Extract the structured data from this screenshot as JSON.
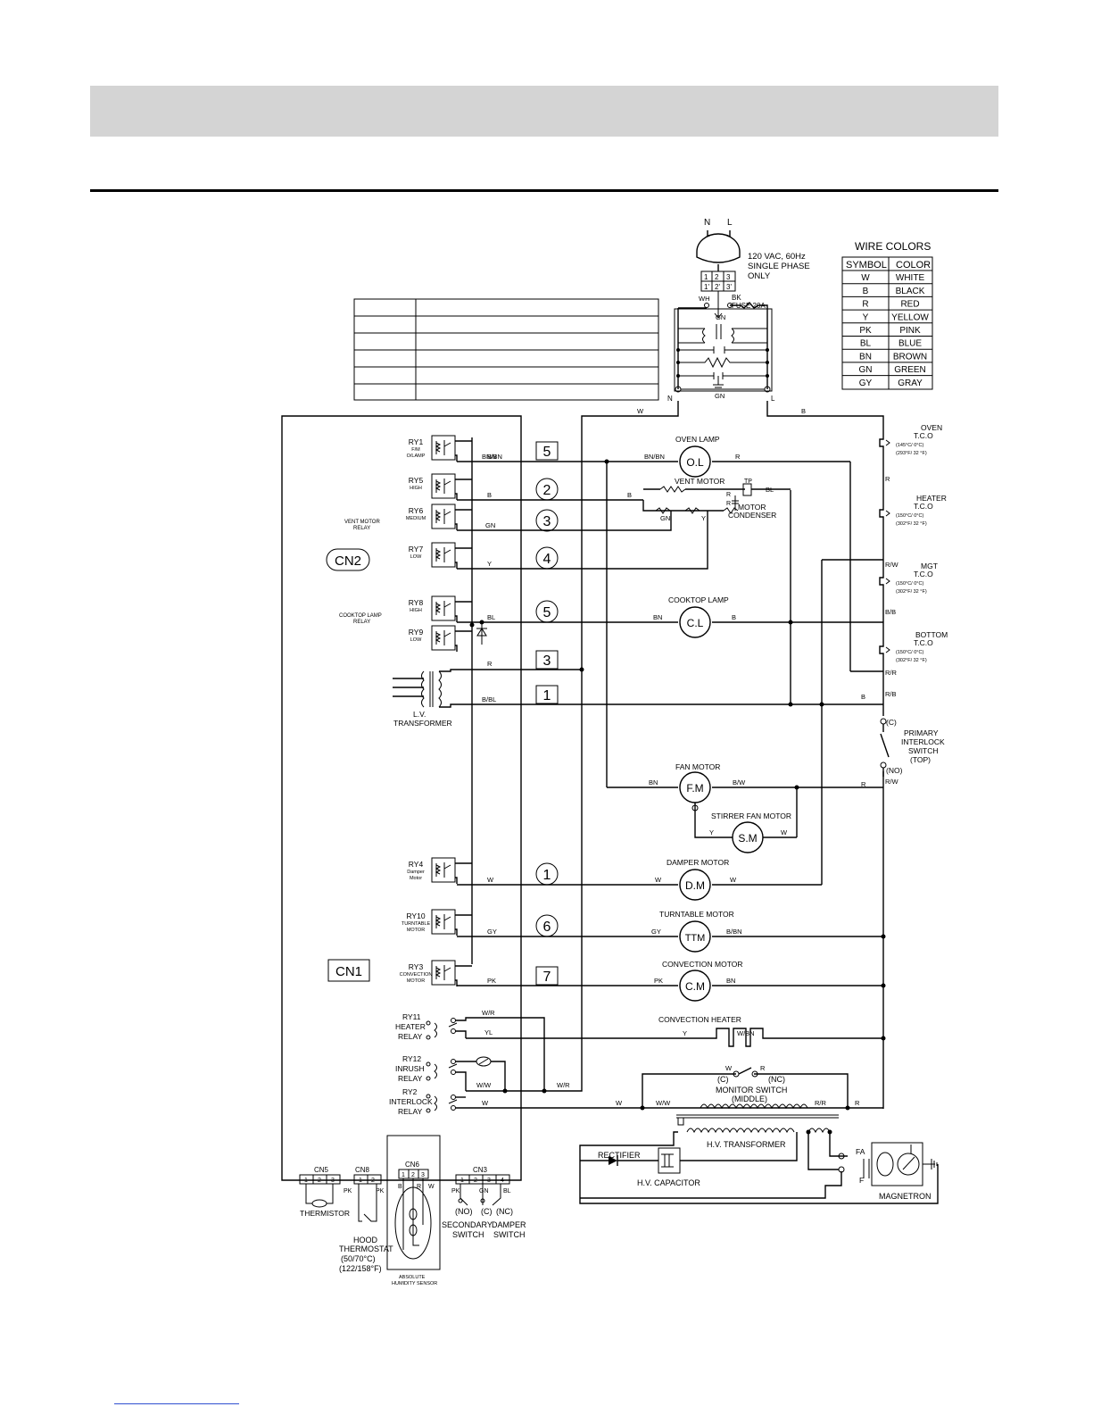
{
  "power": {
    "n": "N",
    "l": "L",
    "spec": [
      "120 VAC, 60Hz",
      "SINGLE PHASE",
      "ONLY"
    ],
    "pins_top": [
      "1",
      "2",
      "3"
    ],
    "pins_bot": [
      "1'",
      "2'",
      "3'"
    ],
    "wh": "WH",
    "bk": "BK",
    "fuse": "FUSE 20A",
    "gn": "GN",
    "n_term": "N",
    "l_term": "L"
  },
  "wire_colors": {
    "title": "WIRE COLORS",
    "headers": [
      "SYMBOL",
      "COLOR"
    ],
    "rows": [
      [
        "W",
        "WHITE"
      ],
      [
        "B",
        "BLACK"
      ],
      [
        "R",
        "RED"
      ],
      [
        "Y",
        "YELLOW"
      ],
      [
        "PK",
        "PINK"
      ],
      [
        "BL",
        "BLUE"
      ],
      [
        "BN",
        "BROWN"
      ],
      [
        "GN",
        "GREEN"
      ],
      [
        "GY",
        "GRAY"
      ]
    ]
  },
  "board": {
    "cn2": "CN2",
    "cn1": "CN1",
    "vent_relay": [
      "VENT MOTOR",
      "RELAY"
    ],
    "cooktop_relay": [
      "COOKTOP LAMP",
      "RELAY"
    ],
    "transformer": [
      "L.V.",
      "TRANSFORMER"
    ],
    "relays": [
      {
        "id": "RY1",
        "sub": [
          "F/M",
          "O/LAMP"
        ],
        "wire": "BN",
        "pin": "5",
        "pin_style": "box"
      },
      {
        "id": "RY5",
        "sub": [
          "HIGH"
        ],
        "wire": "B",
        "pin": "2",
        "pin_style": "circle"
      },
      {
        "id": "RY6",
        "sub": [
          "MEDIUM"
        ],
        "wire": "GN",
        "pin": "3",
        "pin_style": "circle"
      },
      {
        "id": "RY7",
        "sub": [
          "LOW"
        ],
        "wire": "Y",
        "pin": "4",
        "pin_style": "circle"
      },
      {
        "id": "RY8",
        "sub": [
          "HIGH"
        ],
        "wire": "",
        "pin": "",
        "pin_style": ""
      },
      {
        "id": "RY9",
        "sub": [
          "LOW"
        ],
        "wire": "BL",
        "pin": "5",
        "pin_style": "circle"
      },
      {
        "id": "RY4",
        "sub": [
          "Damper",
          "Motor"
        ],
        "wire": "W",
        "pin": "1",
        "pin_style": "circle"
      },
      {
        "id": "RY10",
        "sub": [
          "TURNTABLE",
          "MOTOR"
        ],
        "wire": "GY",
        "pin": "6",
        "pin_style": "circle"
      },
      {
        "id": "RY3",
        "sub": [
          "CONVECTION",
          "MOTOR"
        ],
        "wire": "PK",
        "pin": "7",
        "pin_style": "box"
      }
    ],
    "trans_wires": [
      {
        "wire": "R",
        "pin": "3"
      },
      {
        "wire": "B/BL",
        "pin": "1"
      }
    ],
    "ry11": [
      "RY11",
      "HEATER",
      "RELAY"
    ],
    "ry12": [
      "RY12",
      "INRUSH",
      "RELAY"
    ],
    "ry2": [
      "RY2",
      "INTERLOCK",
      "RELAY"
    ],
    "ry_wires": {
      "w_r": "W/R",
      "yl": "YL",
      "w_w": "W/W",
      "w": "W",
      "w_r2": "W/R"
    }
  },
  "loads": {
    "oven_lamp": {
      "title": "OVEN LAMP",
      "sym": "O.L",
      "left": "BN/BN",
      "right": "R"
    },
    "vent_motor": {
      "title": "VENT MOTOR",
      "b1": "B",
      "gn": "GN",
      "y": "Y",
      "r1": "R",
      "r2": "R",
      "tp": "TP",
      "bl": "BL",
      "cond": [
        "MOTOR",
        "CONDENSER"
      ]
    },
    "cooktop_lamp": {
      "title": "COOKTOP LAMP",
      "sym": "C.L",
      "left": "BN",
      "right": "B"
    },
    "fan_motor": {
      "title": "FAN MOTOR",
      "sym": "F.M",
      "left": "BN",
      "right": "B/W"
    },
    "stirrer": {
      "title": "STIRRER FAN MOTOR",
      "sym": "S.M",
      "left": "Y",
      "right": "W"
    },
    "damper": {
      "title": "DAMPER MOTOR",
      "sym": "D.M",
      "left": "W",
      "right": "W"
    },
    "turntable": {
      "title": "TURNTABLE MOTOR",
      "sym": "TTM",
      "left": "GY",
      "right": "B/BN"
    },
    "convection_motor": {
      "title": "CONVECTION MOTOR",
      "sym": "C.M",
      "left": "PK",
      "right": "BN"
    },
    "convection_heater": {
      "title": "CONVECTION HEATER",
      "left": "Y",
      "right": "W/BN"
    }
  },
  "right_chain": {
    "w_top": "W",
    "b_top": "B",
    "oven_tco": [
      "OVEN",
      "T.C.O",
      "(145°C/ 0°C)",
      "(293°F/ 32 °F)"
    ],
    "heater_tco": [
      "HEATER",
      "T.C.O",
      "(150°C/ 0°C)",
      "(302°F/ 32 °F)"
    ],
    "mgt_tco": [
      "MGT",
      "T.C.O",
      "(150°C/ 0°C)",
      "(302°F/ 32 °F)"
    ],
    "bottom_tco": [
      "BOTTOM",
      "T.C.O",
      "(150°C/ 0°C)",
      "(302°F/ 32 °F)"
    ],
    "primary": [
      "PRIMARY",
      "INTERLOCK",
      "SWITCH",
      "(TOP)"
    ],
    "c": "(C)",
    "no": "(NO)",
    "wires": {
      "r1": "R",
      "rw": "R/W",
      "bb": "B/B",
      "rr": "R/R",
      "rb": "R/B",
      "b": "B",
      "rw2": "R/W",
      "r2": "R"
    }
  },
  "hv": {
    "monitor": [
      "MONITOR SWITCH",
      "(MIDDLE)"
    ],
    "mon_c": "(C)",
    "mon_nc": "(NC)",
    "mon_w": "W",
    "mon_r": "R",
    "transformer": "H.V. TRANSFORMER",
    "rectifier": "RECTIFIER",
    "capacitor": "H.V. CAPACITOR",
    "magnetron": "MAGNETRON",
    "fa": "FA",
    "f": "F",
    "wires": {
      "w": "W",
      "ww": "W/W",
      "rr": "R/R",
      "r": "R"
    }
  },
  "connectors": {
    "cn5": {
      "name": "CN5",
      "pins": [
        "1",
        "2",
        "3"
      ],
      "label": "THERMISTOR"
    },
    "cn8": {
      "name": "CN8",
      "pins": [
        "1",
        "2"
      ],
      "pk1": "PK",
      "pk2": "PK",
      "label": [
        "HOOD",
        "THERMOSTAT",
        "(50/70°C)",
        "(122/158°F)"
      ]
    },
    "cn6": {
      "name": "CN6",
      "pins": [
        "1",
        "2",
        "3"
      ],
      "wires": [
        "B",
        "R",
        "W"
      ],
      "label": [
        "ABSOLUTE",
        "HUMIDITY SENSOR"
      ]
    },
    "cn3": {
      "name": "CN3",
      "pins": [
        "1",
        "2",
        "3",
        "4"
      ],
      "wires": [
        "PK",
        "GN",
        "BL"
      ],
      "no": "(NO)",
      "c": "(C)",
      "nc": "(NC)",
      "label1": [
        "SECONDARY",
        "SWITCH"
      ],
      "label2": [
        "DAMPER",
        "SWITCH"
      ]
    }
  }
}
